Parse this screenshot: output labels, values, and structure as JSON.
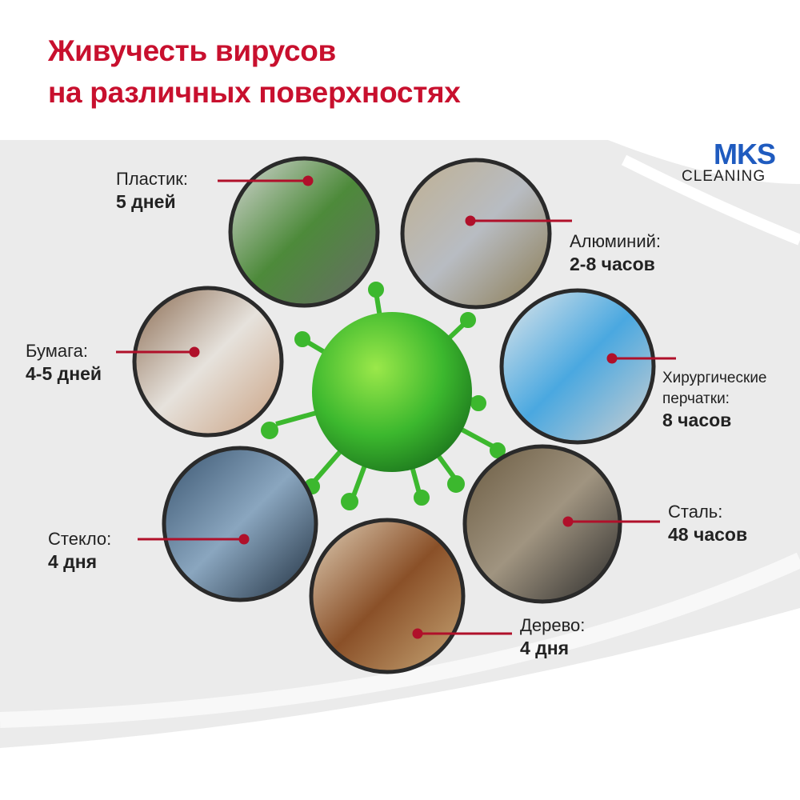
{
  "title": {
    "line1": "Живучесть вирусов",
    "line2": "на различных поверхностях"
  },
  "logo": {
    "top": "MKS",
    "bottom": "CLEANING"
  },
  "colors": {
    "title": "#c8102e",
    "accent": "#b0102a",
    "virus": "#3cb82e",
    "background": "#ebebeb",
    "logo": "#1f5bbf"
  },
  "surfaces": [
    {
      "name": "Пластик:",
      "duration": "5 дней"
    },
    {
      "name": "Алюминий:",
      "duration": "2-8 часов"
    },
    {
      "name": "Бумага:",
      "duration": "4-5 дней"
    },
    {
      "name": "Хирургические перчатки:",
      "duration": "8 часов"
    },
    {
      "name": "Стекло:",
      "duration": "4 дня"
    },
    {
      "name": "Сталь:",
      "duration": "48 часов"
    },
    {
      "name": "Дерево:",
      "duration": "4 дня"
    }
  ]
}
